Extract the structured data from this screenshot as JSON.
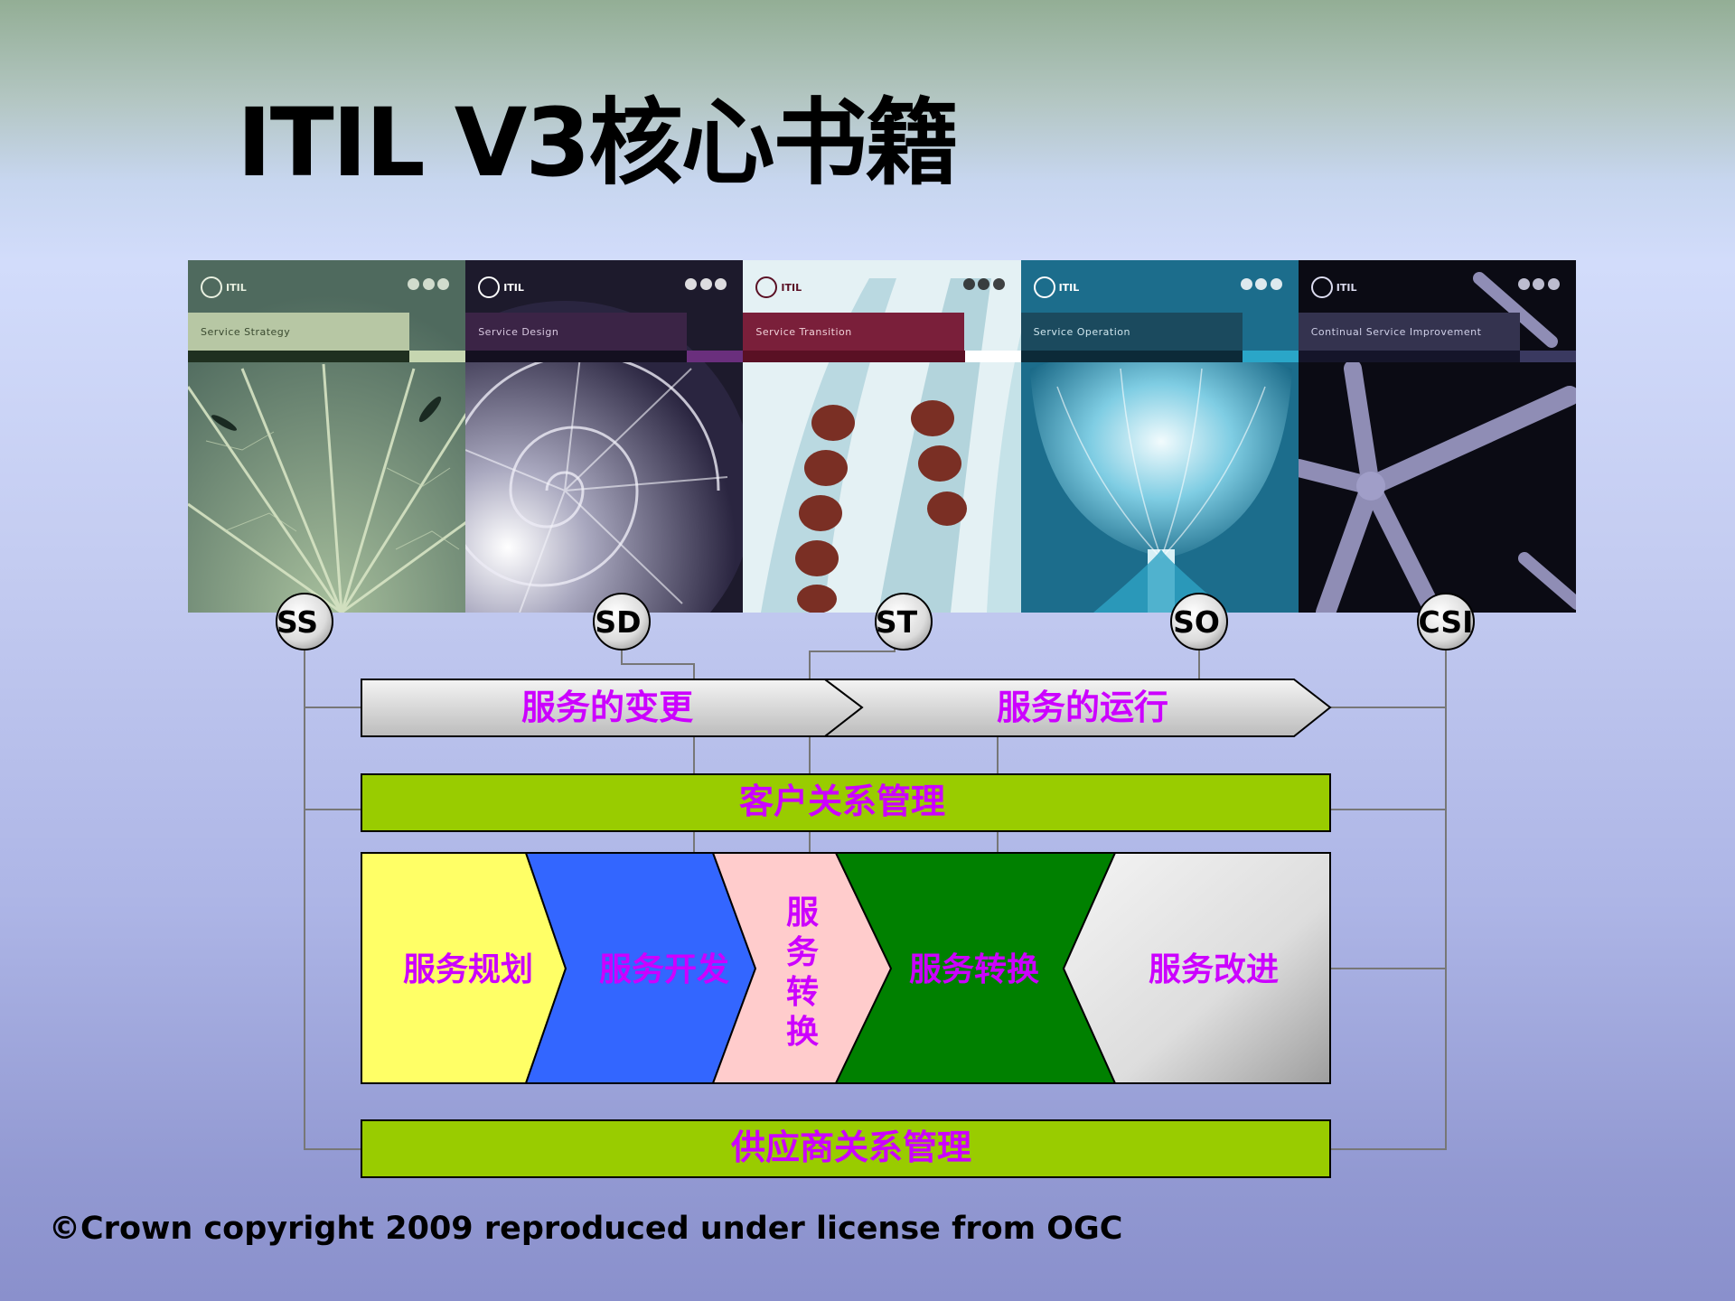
{
  "title": "ITIL V3核心书籍",
  "books": [
    {
      "id": "ss",
      "logo": "ITIL",
      "band_text": "Service Strategy",
      "bg": "#6d8a7a",
      "band": "#b8c8a8",
      "stripe": "#1f3020",
      "tab": "#c6d6b0"
    },
    {
      "id": "sd",
      "logo": "ITIL",
      "band_text": "Service Design",
      "bg": "#2a2540",
      "band": "#4a2a55",
      "stripe": "#141020",
      "tab": "#6a2f7d"
    },
    {
      "id": "st",
      "logo": "ITIL",
      "band_text": "Service Transition",
      "bg": "#d8e8ee",
      "band": "#7a1f3a",
      "stripe": "#5a1024",
      "tab": "#ffffff"
    },
    {
      "id": "so",
      "logo": "ITIL",
      "band_text": "Service Operation",
      "bg": "#1c6f8c",
      "band": "#1b4a5e",
      "stripe": "#0c2a38",
      "tab": "#2aa6c8"
    },
    {
      "id": "csi",
      "logo": "ITIL",
      "band_text": "Continual Service Improvement",
      "bg": "#0d0d16",
      "band": "#34334f",
      "stripe": "#15152a",
      "tab": "#3a3960"
    }
  ],
  "bubbles": [
    "SS",
    "SD",
    "ST",
    "SO",
    "CSI"
  ],
  "arrows": {
    "change": "服务的变更",
    "operation": "服务的运行"
  },
  "bars": {
    "customer": "客户关系管理",
    "supplier": "供应商关系管理"
  },
  "phases": {
    "planning": "服务规划",
    "development": "服务开发",
    "transition_vertical": [
      "服",
      "务",
      "转",
      "换"
    ],
    "conversion": "服务转换",
    "improvement": "服务改进"
  },
  "colors": {
    "bar_green": "#99cc00",
    "label_magenta": "#cc00ff",
    "phase_yellow": "#ffff66",
    "phase_blue": "#3366ff",
    "phase_pink": "#ffcccc",
    "phase_green": "#008000",
    "phase_grey": "#d8d8d8"
  },
  "copyright": "©Crown copyright 2009 reproduced under license from OGC"
}
